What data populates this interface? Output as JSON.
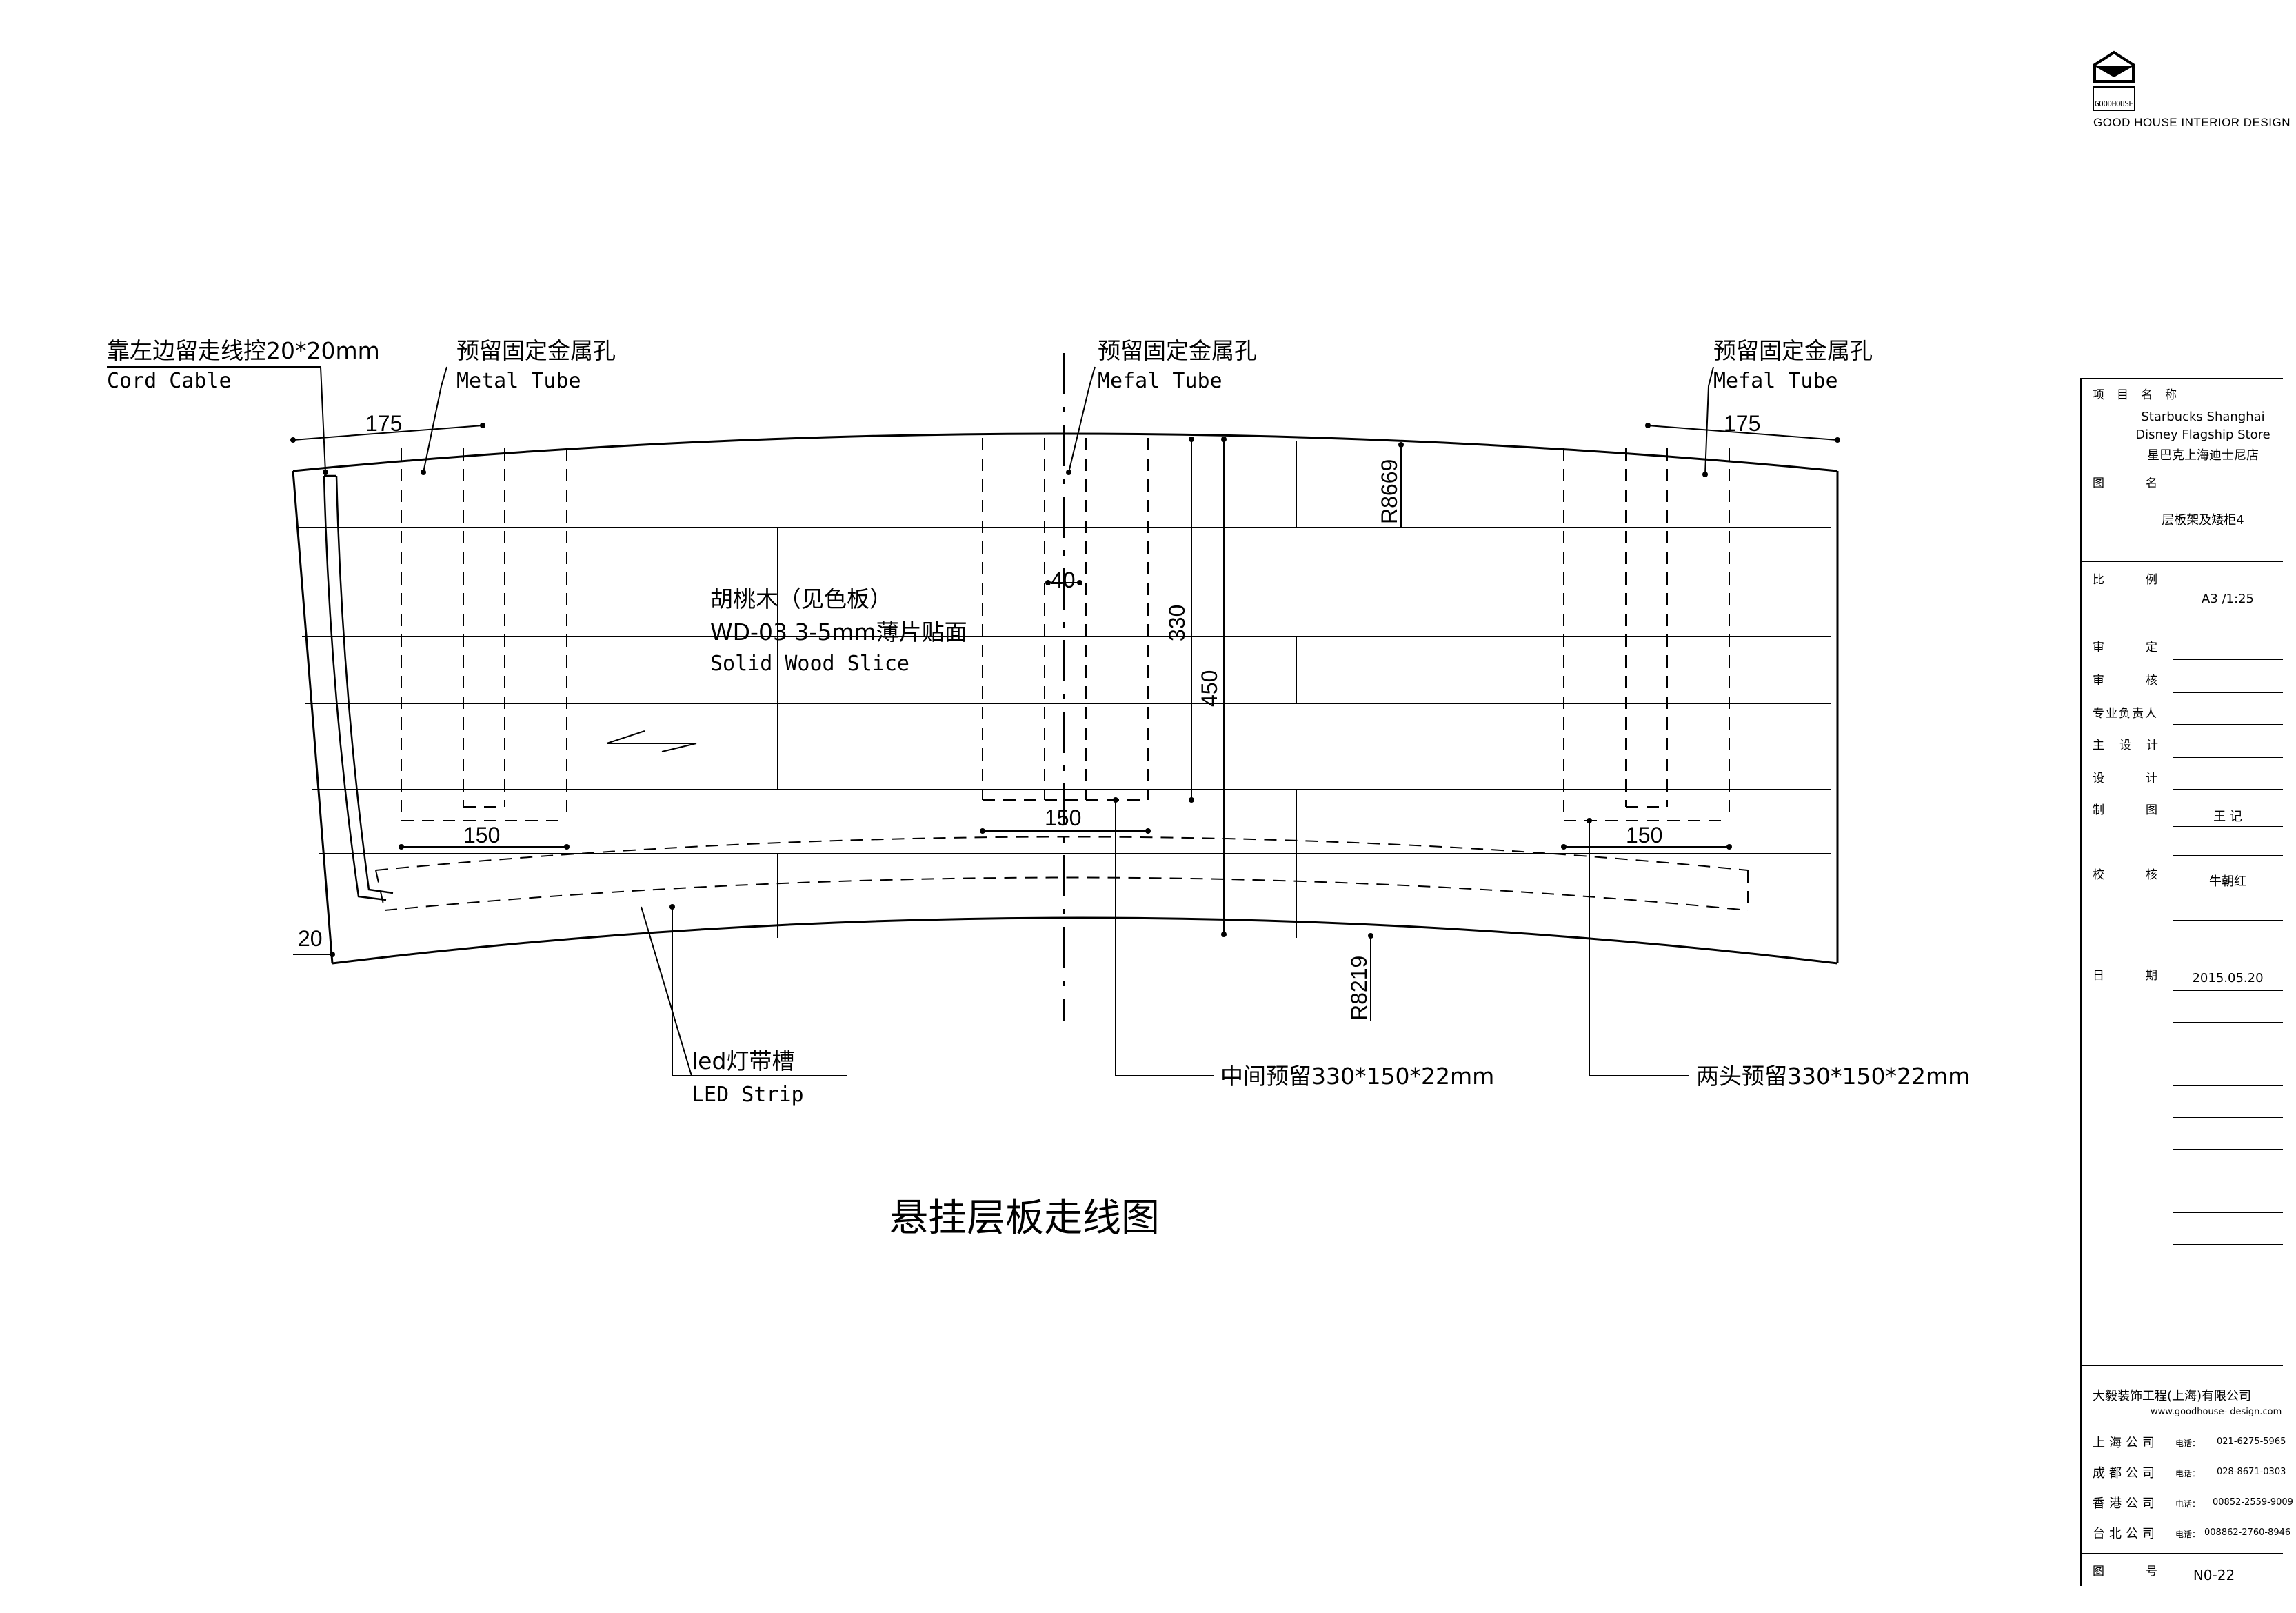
{
  "brand": {
    "logo_lettering": "GOODHOUSE",
    "name": "GOOD HOUSE INTERIOR DESIGN"
  },
  "drawing": {
    "title": "悬挂层板走线图",
    "labels": {
      "cord_cn": "靠左边留走线控20*20mm",
      "cord_en": "Cord Cable",
      "tube_left_cn": "预留固定金属孔",
      "tube_left_en": "Metal Tube",
      "tube_mid_cn": "预留固定金属孔",
      "tube_mid_en": "Mefal Tube",
      "tube_right_cn": "预留固定金属孔",
      "tube_right_en": "Mefal Tube",
      "wood_cn1": "胡桃木（见色板）",
      "wood_cn2": "WD-03 3-5mm薄片贴面",
      "wood_en": "Solid Wood Slice",
      "led_cn": "led灯带槽",
      "led_en": "LED Strip",
      "mid_reserve": "中间预留330*150*22mm",
      "end_reserve": "两头预留330*150*22mm"
    },
    "dimensions": {
      "d175_left": "175",
      "d175_right": "175",
      "d40": "40",
      "d330": "330",
      "d450": "450",
      "d150_left": "150",
      "d150_mid": "150",
      "d150_right": "150",
      "d20": "20",
      "r_top": "R8669",
      "r_bottom": "R8219"
    }
  },
  "title_block": {
    "project_label": "项目名称",
    "project_en1": "Starbucks Shanghai",
    "project_en2": "Disney Flagship Store",
    "project_cn": "星巴克上海迪士尼店",
    "drawing_name_label": "图名",
    "drawing_name": "层板架及矮柜4",
    "scale_label": "比例",
    "scale": "A3 /1:25",
    "approve_label": "审定",
    "review_label": "审核",
    "lead_label": "专业负责人",
    "chief_label": "主设计",
    "design_label": "设计",
    "draw_label": "制图",
    "draw_name": "王 记",
    "check_label": "校核",
    "check_name": "牛朝红",
    "date_label": "日期",
    "date": "2015.05.20",
    "company": "大毅装饰工程(上海)有限公司",
    "website": "www.goodhouse- design.com",
    "offices": [
      {
        "name": "上海公司",
        "tel_label": "电话：",
        "tel": "021-6275-5965"
      },
      {
        "name": "成都公司",
        "tel_label": "电话：",
        "tel": "028-8671-0303"
      },
      {
        "name": "香港公司",
        "tel_label": "电话：",
        "tel": "00852-2559-9009"
      },
      {
        "name": "台北公司",
        "tel_label": "电话：",
        "tel": "008862-2760-8946"
      }
    ],
    "sheet_label": "图号",
    "sheet_no": "N0-22"
  },
  "colors": {
    "line": "#000000",
    "background": "#ffffff"
  }
}
